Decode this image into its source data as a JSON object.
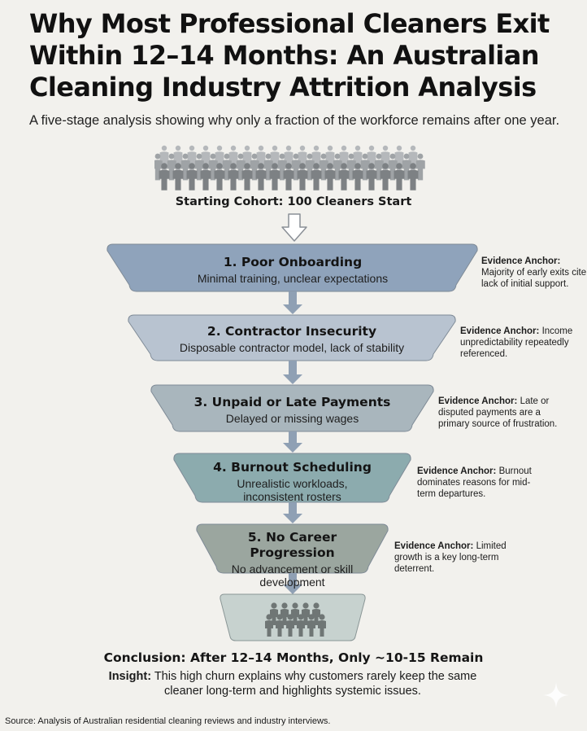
{
  "title": "Why Most Professional Cleaners Exit Within 12–14 Months: An Australian Cleaning Industry Attrition Analysis",
  "subtitle": "A five-stage analysis showing why only a fraction of the workforce remains after one year.",
  "cohort": {
    "label": "Starting Cohort: 100 Cleaners Start",
    "icon": "people-crowd-icon"
  },
  "stages": [
    {
      "title": "1. Poor Onboarding",
      "desc": "Minimal training, unclear expectations",
      "evidence_label": "Evidence Anchor:",
      "evidence_text": "Majority of early exits cite lack of initial support.",
      "color": "#8fa3bb"
    },
    {
      "title": "2. Contractor Insecurity",
      "desc": "Disposable contractor model, lack of stability",
      "evidence_label": "Evidence Anchor:",
      "evidence_text": "Income unpredictability repeatedly referenced.",
      "color": "#b8c3d0"
    },
    {
      "title": "3. Unpaid or Late Payments",
      "desc": "Delayed or missing wages",
      "evidence_label": "Evidence Anchor:",
      "evidence_text": "Late or disputed payments are a primary source of frustration.",
      "color": "#a9b6bd"
    },
    {
      "title": "4. Burnout Scheduling",
      "desc": "Unrealistic workloads, inconsistent rosters",
      "evidence_label": "Evidence Anchor:",
      "evidence_text": "Burnout dominates reasons for mid-term departures.",
      "color": "#8cabae"
    },
    {
      "title": "5. No Career Progression",
      "desc": "No advancement or skill development",
      "evidence_label": "Evidence Anchor:",
      "evidence_text": "Limited growth is a key long-term deterrent.",
      "color": "#9ba69f"
    }
  ],
  "final": {
    "icon": "people-group-icon",
    "color": "#c7d2cf"
  },
  "conclusion": "Conclusion: After 12–14 Months, Only ~10-15 Remain",
  "insight": {
    "label": "Insight:",
    "text": "This high churn explains why customers rarely keep the same cleaner long-term and highlights systemic issues."
  },
  "source": "Source: Analysis of Australian residential cleaning reviews and industry interviews.",
  "watermark_icon": "sparkle-icon"
}
